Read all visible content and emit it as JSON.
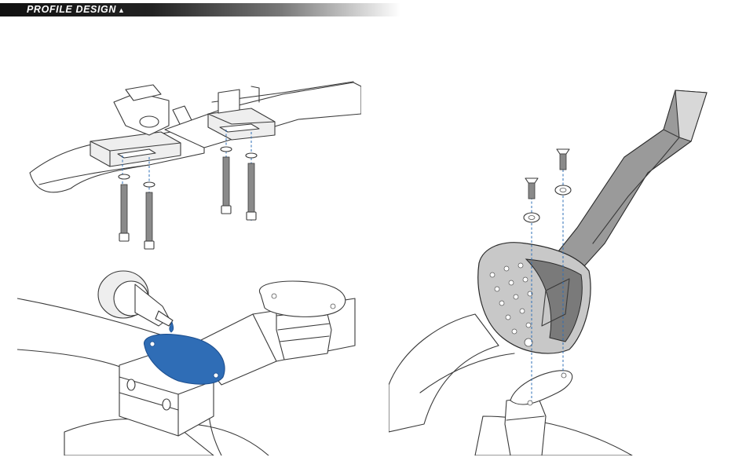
{
  "header": {
    "brand_text": "PROFILE DESIGN",
    "brand_mark": "▲",
    "bar_color": "#111111",
    "brand_color": "#ffffff"
  },
  "colors": {
    "line": "#3a3a3a",
    "guide_dash": "#2e6fb7",
    "adhesive_pad": "#2f6db6",
    "pad_surface": "#c8c8c8",
    "carbon_dark": "#6e6e6e"
  },
  "figures": [
    {
      "id": "bolt-assembly",
      "icon": "bracket-bolts"
    },
    {
      "id": "adhesive-application",
      "icon": "glue-tube"
    },
    {
      "id": "armrest-mounting",
      "icon": "armrest-pad"
    }
  ]
}
